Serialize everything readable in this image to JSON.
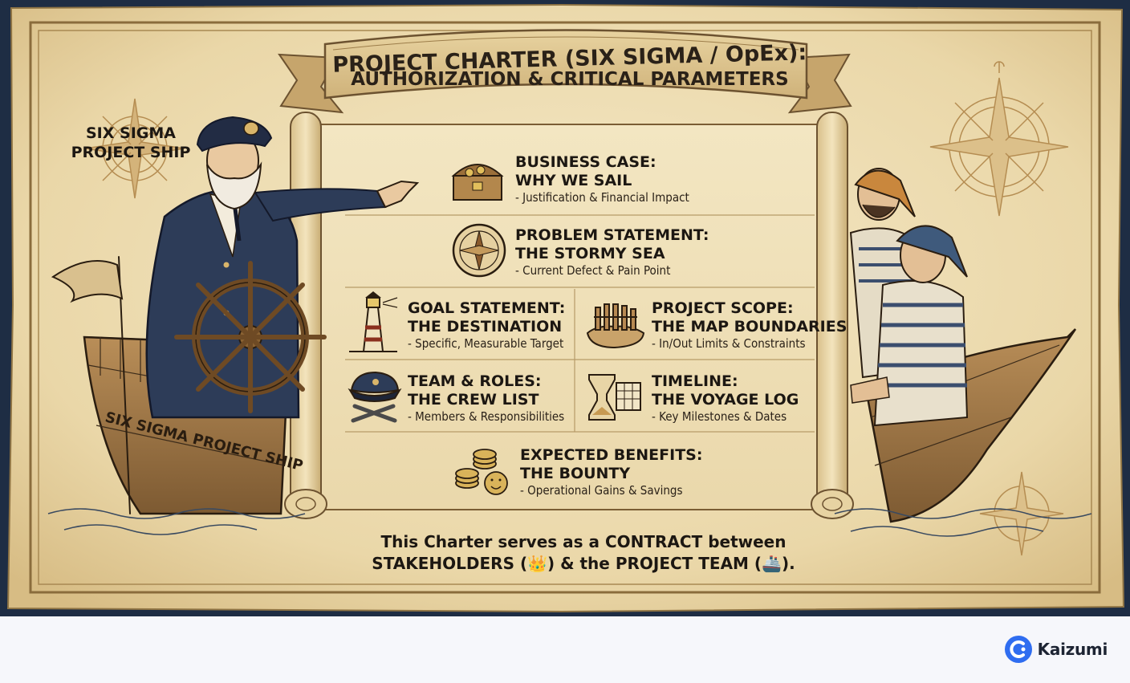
{
  "banner": {
    "title": "PROJECT CHARTER (SIX SIGMA / OpEx):",
    "subtitle": "AUTHORIZATION & CRITICAL PARAMETERS"
  },
  "ship_label_line1": "SIX SIGMA",
  "ship_label_line2": "PROJECT SHIP",
  "hull_text": "SIX SIGMA PROJECT SHIP",
  "sections": {
    "business_case": {
      "title1": "BUSINESS CASE:",
      "title2": "WHY WE SAIL",
      "desc": "- Justification & Financial Impact",
      "icon": "treasure-chest-icon"
    },
    "problem": {
      "title1": "PROBLEM STATEMENT:",
      "title2": "THE STORMY SEA",
      "desc": "- Current Defect & Pain Point",
      "icon": "compass-icon"
    },
    "goal": {
      "title1": "GOAL STATEMENT:",
      "title2": "THE DESTINATION",
      "desc": "- Specific, Measurable Target",
      "icon": "lighthouse-icon"
    },
    "scope": {
      "title1": "PROJECT SCOPE:",
      "title2": "THE MAP BOUNDARIES",
      "desc": "- In/Out Limits & Constraints",
      "icon": "fenced-island-icon"
    },
    "team": {
      "title1": "TEAM & ROLES:",
      "title2": "THE CREW LIST",
      "desc": "- Members & Responsibilities",
      "icon": "captain-hat-tools-icon"
    },
    "timeline": {
      "title1": "TIMELINE:",
      "title2": "THE VOYAGE LOG",
      "desc": "- Key Milestones & Dates",
      "icon": "hourglass-calendar-icon"
    },
    "benefits": {
      "title1": "EXPECTED BENEFITS:",
      "title2": "THE BOUNTY",
      "desc": "- Operational Gains & Savings",
      "icon": "coins-icon"
    }
  },
  "footer": {
    "line1": "This Charter serves as a CONTRACT between",
    "line2": "STAKEHOLDERS (👑) & the PROJECT TEAM (🚢)."
  },
  "brand": {
    "name": "Kaizumi"
  },
  "colors": {
    "parchment": "#efdfb6",
    "frame": "#1e2d44",
    "ink": "#2a1d10",
    "brand_blue": "#2f6df0"
  }
}
